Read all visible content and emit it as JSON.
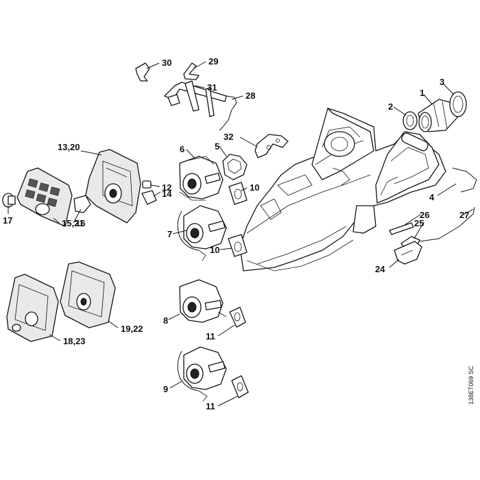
{
  "drawing_code": "138ET069 SC",
  "callouts": [
    {
      "id": "c30",
      "text": "30"
    },
    {
      "id": "c29",
      "text": "29"
    },
    {
      "id": "c31",
      "text": "31"
    },
    {
      "id": "c28",
      "text": "28"
    },
    {
      "id": "c3",
      "text": "3"
    },
    {
      "id": "c1",
      "text": "1"
    },
    {
      "id": "c2",
      "text": "2"
    },
    {
      "id": "c32",
      "text": "32"
    },
    {
      "id": "c6",
      "text": "6"
    },
    {
      "id": "c5",
      "text": "5"
    },
    {
      "id": "c1320",
      "text": "13,20"
    },
    {
      "id": "c12",
      "text": "12"
    },
    {
      "id": "c10a",
      "text": "10"
    },
    {
      "id": "c14",
      "text": "14"
    },
    {
      "id": "c4",
      "text": "4"
    },
    {
      "id": "c16",
      "text": "16"
    },
    {
      "id": "c17",
      "text": "17"
    },
    {
      "id": "c1521",
      "text": "15,21"
    },
    {
      "id": "c7",
      "text": "7"
    },
    {
      "id": "c27",
      "text": "27"
    },
    {
      "id": "c26",
      "text": "26"
    },
    {
      "id": "c25",
      "text": "25"
    },
    {
      "id": "c10b",
      "text": "10"
    },
    {
      "id": "c24",
      "text": "24"
    },
    {
      "id": "c8",
      "text": "8"
    },
    {
      "id": "c1922",
      "text": "19,22"
    },
    {
      "id": "c1823",
      "text": "18,23"
    },
    {
      "id": "c11a",
      "text": "11"
    },
    {
      "id": "c9",
      "text": "9"
    },
    {
      "id": "c11b",
      "text": "11"
    }
  ]
}
